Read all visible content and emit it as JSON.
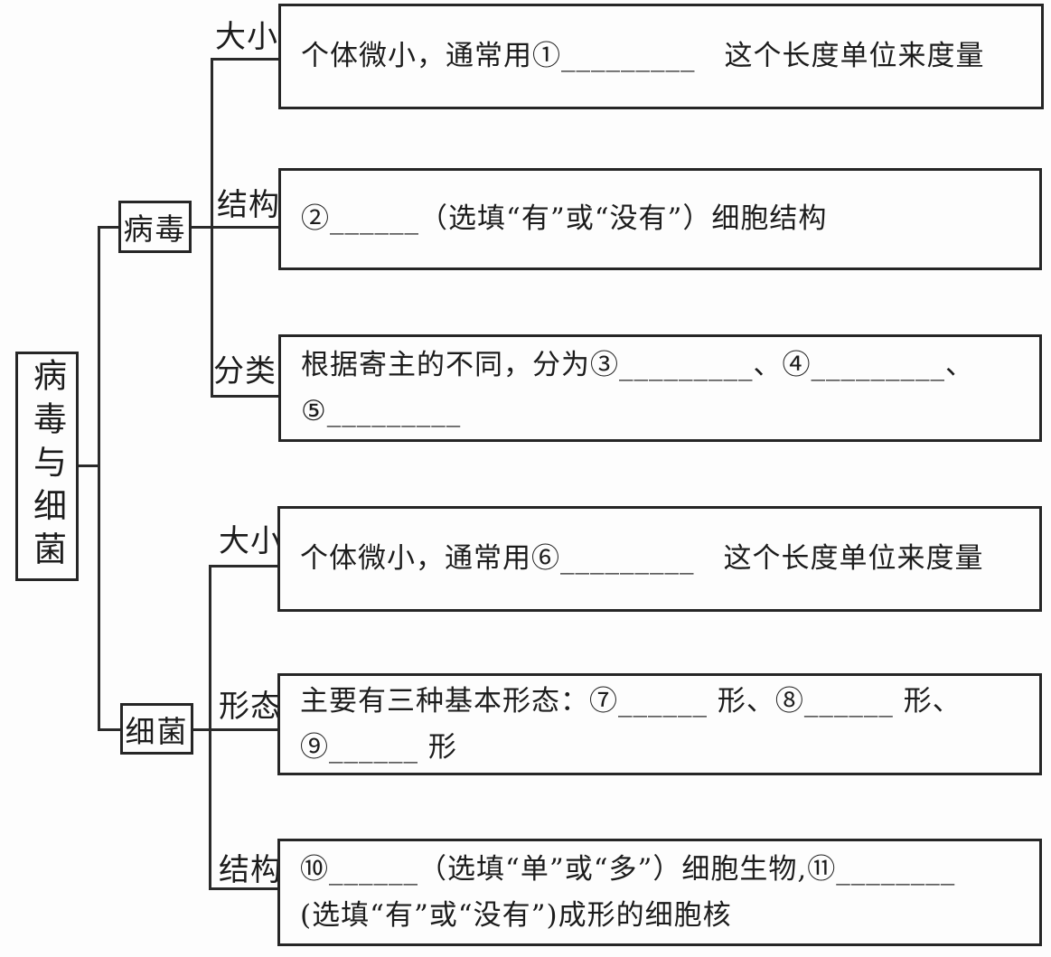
{
  "diagram": {
    "title": "病毒与细菌",
    "root": {
      "label": "病毒与细菌"
    },
    "virus": {
      "label": "病毒",
      "size": {
        "category": "大小",
        "content": "个体微小，通常用①_________　这个长度单位来度量"
      },
      "structure": {
        "category": "结构",
        "content": "②______（选填“有”或“没有”）细胞结构"
      },
      "classification": {
        "category": "分类",
        "content": "根据寄主的不同，分为③_________、④_________、\n⑤_________"
      }
    },
    "bacteria": {
      "label": "细菌",
      "size": {
        "category": "大小",
        "content": "个体微小，通常用⑥_________　这个长度单位来度量"
      },
      "morphology": {
        "category": "形态",
        "content": "主要有三种基本形态：⑦______ 形、⑧______ 形、\n⑨______ 形"
      },
      "structure": {
        "category": "结构",
        "content": "⑩______（选填“单”或“多”）细胞生物,⑪________\n(选填“有”或“没有”)成形的细胞核"
      }
    },
    "blank_markers": [
      "①",
      "②",
      "③",
      "④",
      "⑤",
      "⑥",
      "⑦",
      "⑧",
      "⑨",
      "⑩",
      "⑪"
    ]
  },
  "colors": {
    "background": "#fdfdfd",
    "ink": "#1c1c1c",
    "line": "#2a2a2a"
  }
}
